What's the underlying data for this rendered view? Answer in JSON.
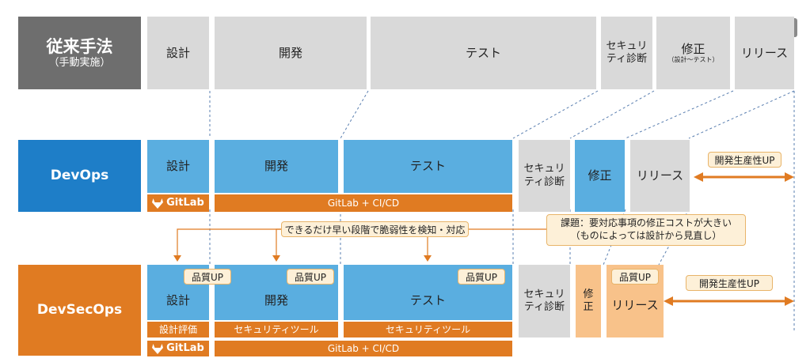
{
  "colors": {
    "gray_dark": "#6e6e6e",
    "gray_light": "#d9d9d9",
    "blue_dark": "#1e7ec8",
    "blue_light": "#5aaee0",
    "orange": "#e07b22",
    "peach": "#f8c28a",
    "callout": "#fdf0d8"
  },
  "zoom_icon": "zoom-in-icon",
  "traditional": {
    "title": "従来手法",
    "subtitle": "（手動実施）",
    "design": "設計",
    "dev": "開発",
    "test": "テスト",
    "security": "セキュリティ診断",
    "fix": "修正",
    "fix_note": "（設計〜テスト）",
    "release": "リリース"
  },
  "devops": {
    "title": "DevOps",
    "design": "設計",
    "dev": "開発",
    "test": "テスト",
    "security": "セキュリティ診断",
    "fix": "修正",
    "release": "リリース",
    "gitlab_logo": "GitLab",
    "gitlab_bar": "GitLab + CI/CD",
    "productivity": "開発生産性UP"
  },
  "callouts": {
    "early_detect": "できるだけ早い段階で脆弱性を検知・対応",
    "issue_line1": "課題：要対応事項の修正コストが大きい",
    "issue_line2": "（ものによっては設計から見直し）"
  },
  "devsecops": {
    "title": "DevSecOps",
    "design": "設計",
    "dev": "開発",
    "test": "テスト",
    "security": "セキュリティ診断",
    "fix": "修正",
    "release": "リリース",
    "quality_up": "品質UP",
    "design_eval": "設計評価",
    "sec_tool": "セキュリティツール",
    "gitlab_logo": "GitLab",
    "gitlab_bar": "GitLab + CI/CD",
    "productivity": "開発生産性UP"
  }
}
